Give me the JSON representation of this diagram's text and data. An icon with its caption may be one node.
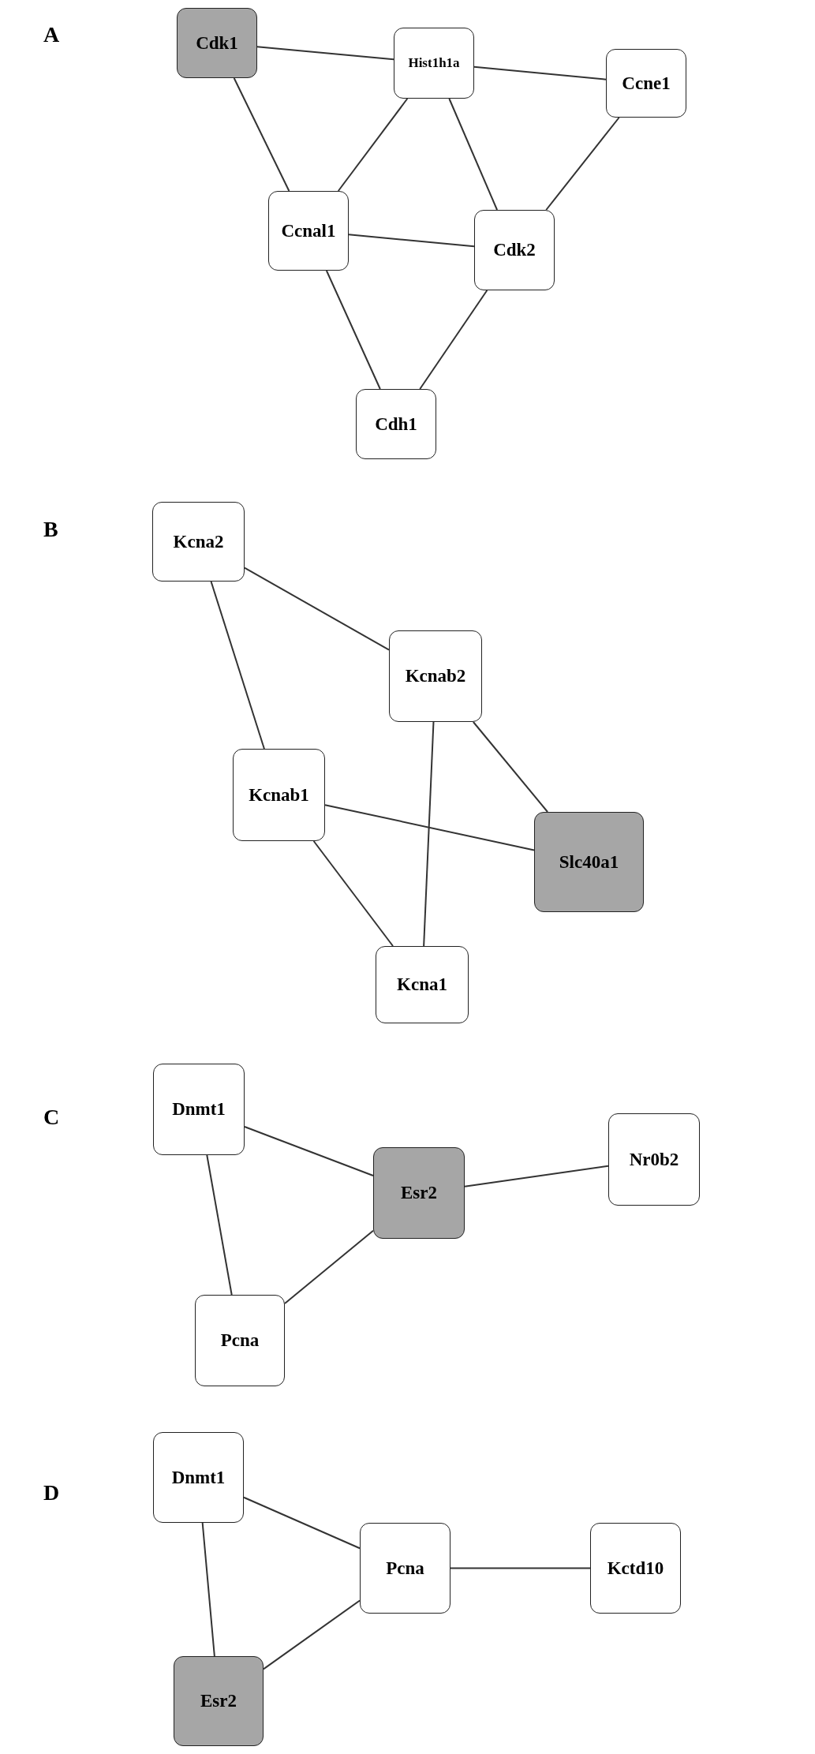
{
  "diagram": {
    "nodes": [
      {
        "text": [
          "Cdk1"
        ]
      },
      {
        "text": [
          "Hist1h1a"
        ]
      },
      {
        "text": [
          "Ccne1"
        ]
      },
      {
        "text": [
          "Ccnal1"
        ]
      },
      {
        "text": [
          "Cdk2"
        ]
      },
      {
        "text": [
          "Cdh1"
        ]
      },
      {
        "text": [
          "Kcna2"
        ]
      },
      {
        "text": [
          "Kcnab2"
        ]
      },
      {
        "text": [
          "Kcnab1"
        ]
      },
      {
        "text": [
          "Slc40a1"
        ]
      },
      {
        "text": [
          "Kcna1"
        ]
      },
      {
        "text": [
          "Dnmt1"
        ]
      },
      {
        "text": [
          "Esr2"
        ]
      },
      {
        "text": [
          "Nr0b2"
        ]
      },
      {
        "text": [
          "Pcna"
        ]
      },
      {
        "text": [
          "Dnmt1"
        ]
      },
      {
        "text": [
          "Pcna"
        ]
      },
      {
        "text": [
          "Kctd10"
        ]
      },
      {
        "text": [
          "Esr2"
        ]
      }
    ],
    "edges": [
      {
        "from": 0,
        "to": 1,
        "arrow": "none"
      },
      {
        "from": 1,
        "to": 2,
        "arrow": "none"
      },
      {
        "from": 0,
        "to": 3,
        "arrow": "none"
      },
      {
        "from": 1,
        "to": 3,
        "arrow": "none"
      },
      {
        "from": 1,
        "to": 4,
        "arrow": "none"
      },
      {
        "from": 2,
        "to": 4,
        "arrow": "none"
      },
      {
        "from": 3,
        "to": 4,
        "arrow": "none"
      },
      {
        "from": 3,
        "to": 5,
        "arrow": "none"
      },
      {
        "from": 4,
        "to": 5,
        "arrow": "none"
      },
      {
        "from": 6,
        "to": 7,
        "arrow": "none"
      },
      {
        "from": 6,
        "to": 8,
        "arrow": "none"
      },
      {
        "from": 7,
        "to": 9,
        "arrow": "none"
      },
      {
        "from": 7,
        "to": 10,
        "arrow": "none"
      },
      {
        "from": 8,
        "to": 9,
        "arrow": "none"
      },
      {
        "from": 8,
        "to": 10,
        "arrow": "none"
      },
      {
        "from": 11,
        "to": 12,
        "arrow": "none"
      },
      {
        "from": 11,
        "to": 14,
        "arrow": "none"
      },
      {
        "from": 12,
        "to": 13,
        "arrow": "none"
      },
      {
        "from": 12,
        "to": 14,
        "arrow": "none"
      },
      {
        "from": 15,
        "to": 16,
        "arrow": "none"
      },
      {
        "from": 15,
        "to": 18,
        "arrow": "none"
      },
      {
        "from": 16,
        "to": 17,
        "arrow": "none"
      },
      {
        "from": 16,
        "to": 18,
        "arrow": "none"
      }
    ],
    "labels": [
      "A",
      "B",
      "C",
      "D"
    ]
  }
}
